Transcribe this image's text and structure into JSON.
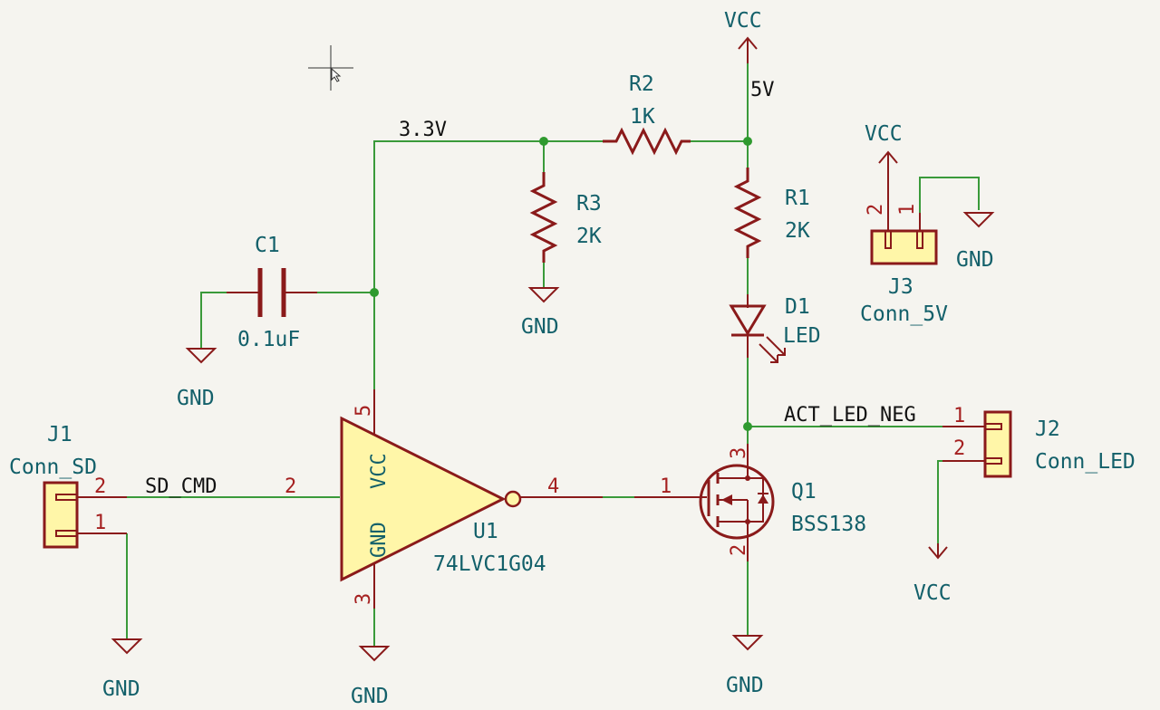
{
  "nets": {
    "v33": "3.3V",
    "v5": "5V",
    "sd_cmd": "SD_CMD",
    "act_led_neg": "ACT_LED_NEG"
  },
  "power": {
    "vcc": "VCC",
    "gnd": "GND"
  },
  "components": {
    "r2": {
      "ref": "R2",
      "value": "1K"
    },
    "r3": {
      "ref": "R3",
      "value": "2K"
    },
    "r1": {
      "ref": "R1",
      "value": "2K"
    },
    "c1": {
      "ref": "C1",
      "value": "0.1uF"
    },
    "d1": {
      "ref": "D1",
      "value": "LED"
    },
    "u1": {
      "ref": "U1",
      "value": "74LVC1G04",
      "vcc_label": "VCC",
      "gnd_label": "GND"
    },
    "q1": {
      "ref": "Q1",
      "value": "BSS138"
    },
    "j1": {
      "ref": "J1",
      "value": "Conn_SD"
    },
    "j2": {
      "ref": "J2",
      "value": "Conn_LED"
    },
    "j3": {
      "ref": "J3",
      "value": "Conn_5V"
    }
  },
  "pins": {
    "u1_vcc": "5",
    "u1_in": "2",
    "u1_gnd": "3",
    "u1_out": "4",
    "q1_gate": "1",
    "q1_drain": "3",
    "q1_source": "2",
    "j1_1": "1",
    "j1_2": "2",
    "j2_1": "1",
    "j2_2": "2",
    "j3_1": "1",
    "j3_2": "2"
  }
}
